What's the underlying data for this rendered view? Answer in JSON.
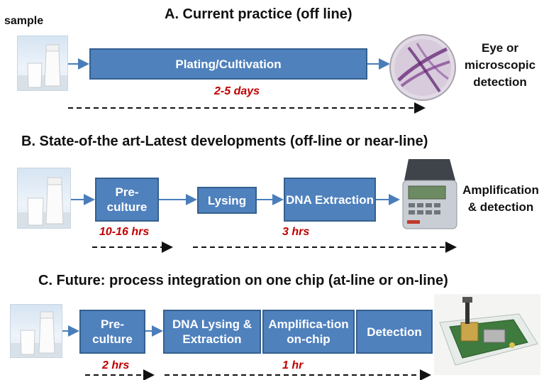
{
  "sample_label": "sample",
  "row_a": {
    "title": "A. Current practice (off line)",
    "box": "Plating/Cultivation",
    "time": "2-5 days",
    "end_label": "Eye or microscopic detection"
  },
  "row_b": {
    "title": "B. State-of-the art-Latest developments (off-line or near-line)",
    "box1": "Pre-culture",
    "box2": "Lysing",
    "box3": "DNA Extraction",
    "time1": "10-16 hrs",
    "time2": "3 hrs",
    "end_label": "Amplification & detection"
  },
  "row_c": {
    "title": "C. Future: process integration  on one chip (at-line or on-line)",
    "box1": "Pre-culture",
    "box2": "DNA Lysing & Extraction",
    "box3": "Amplifica-tion on-chip",
    "box4": "Detection",
    "time1": "2 hrs",
    "time2": "1 hr"
  },
  "colors": {
    "box_fill": "#4f81bd",
    "arrow": "#4a7ebb",
    "time_text": "#c00000"
  }
}
